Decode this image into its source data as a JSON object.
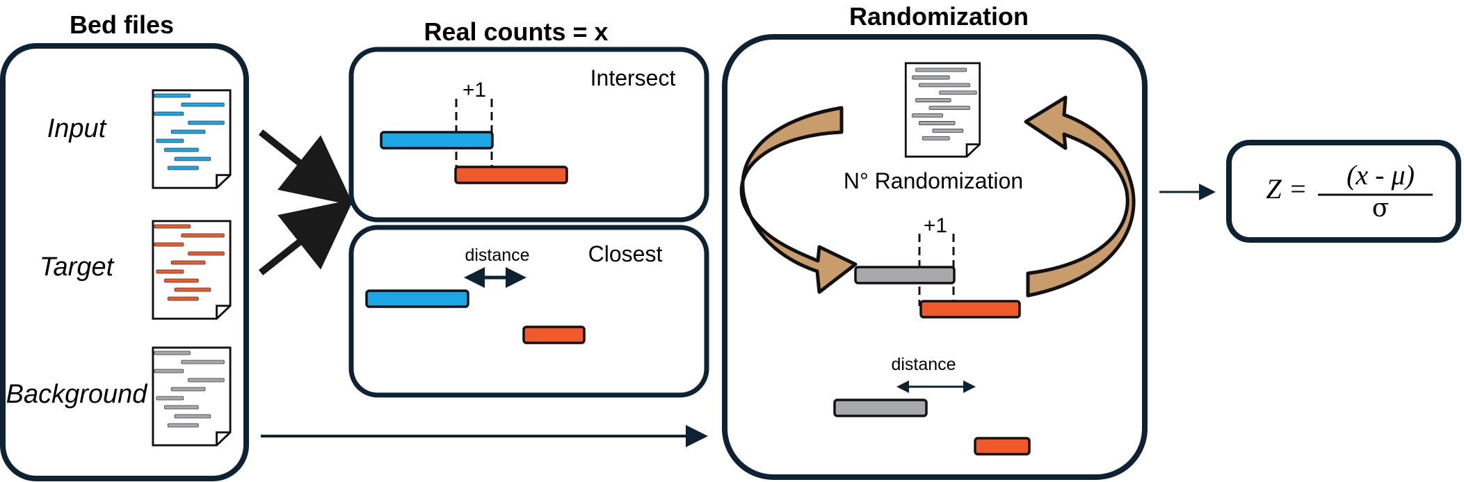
{
  "panels": {
    "bed_files": {
      "title": "Bed files",
      "items": [
        {
          "label": "Input",
          "color": "#1ba6e6"
        },
        {
          "label": "Target",
          "color": "#ef5a2a"
        },
        {
          "label": "Background",
          "color": "#a7a9ac"
        }
      ]
    },
    "real_counts": {
      "title": "Real counts = x",
      "intersect": {
        "label": "Intersect",
        "plus": "+1"
      },
      "closest": {
        "label": "Closest",
        "distance": "distance"
      }
    },
    "randomization": {
      "title": "Randomization",
      "caption": "N° Randomization",
      "plus": "+1",
      "distance": "distance"
    },
    "zscore": {
      "lhs": "Z =",
      "numerator": "(x - μ)",
      "denominator": "σ"
    }
  },
  "colors": {
    "input": "#1ba6e6",
    "target": "#ef5a2a",
    "background": "#a7a9ac",
    "frame": "#0d2233",
    "arrow_fill": "#c89c6b"
  }
}
